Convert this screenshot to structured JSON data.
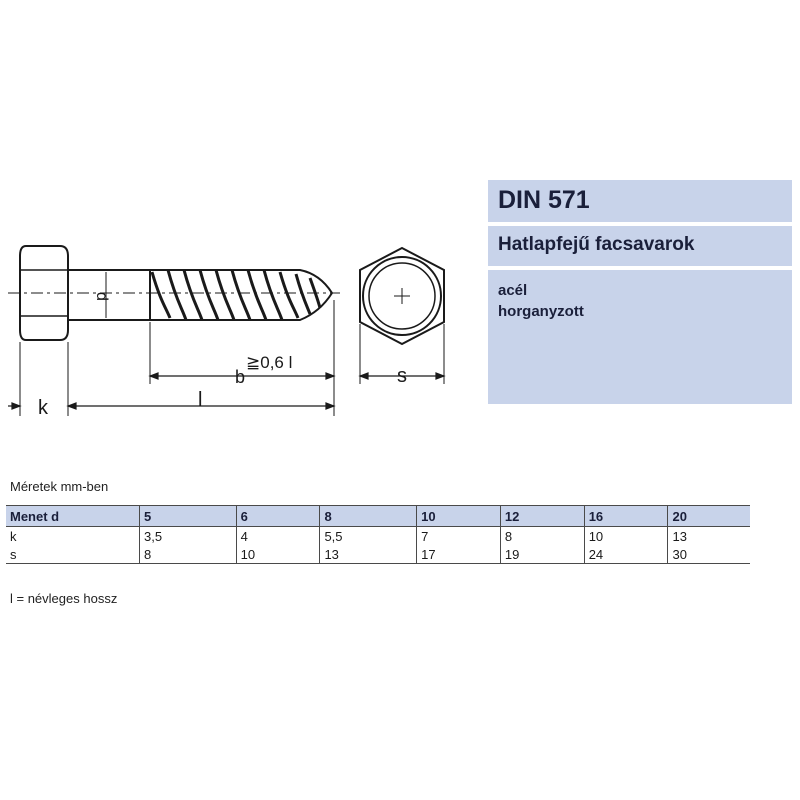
{
  "title": {
    "standard": "DIN 571",
    "product": "Hatlapfejű facsavarok"
  },
  "material": {
    "line1": "acél",
    "line2": "horganyzott"
  },
  "drawing_labels": {
    "k": "k",
    "l": "l",
    "b": "b",
    "b_rule": "≧0,6 l",
    "d": "d",
    "s": "s"
  },
  "units_caption": "Méretek mm-ben",
  "table": {
    "header": [
      "Menet d",
      "5",
      "6",
      "8",
      "10",
      "12",
      "16",
      "20"
    ],
    "rows": [
      [
        "k",
        "3,5",
        "4",
        "5,5",
        "7",
        "8",
        "10",
        "13"
      ],
      [
        "s",
        "8",
        "10",
        "13",
        "17",
        "19",
        "24",
        "30"
      ]
    ]
  },
  "footnote": "l = névleges hossz"
}
